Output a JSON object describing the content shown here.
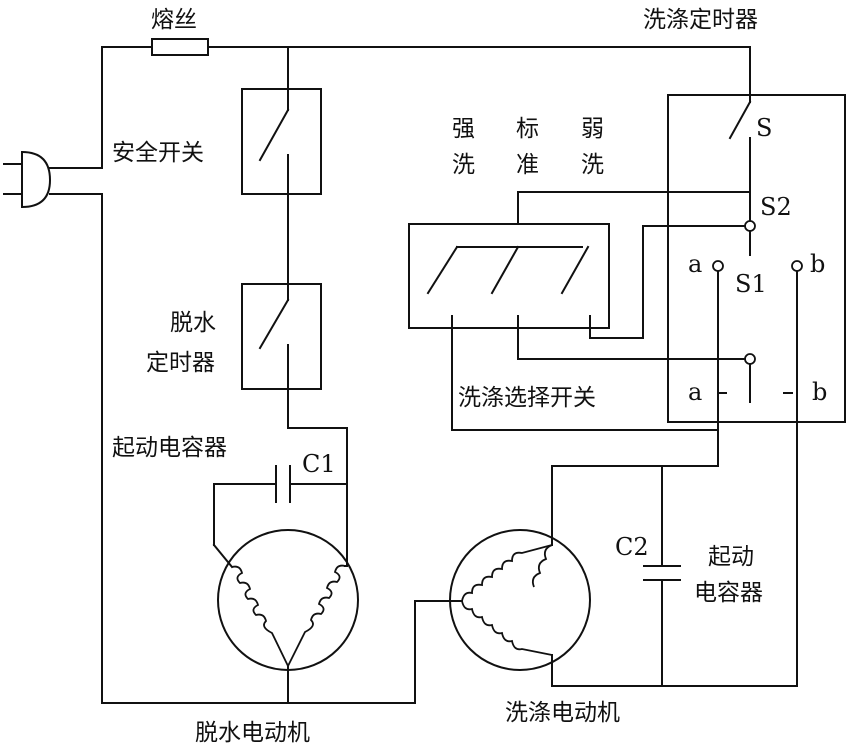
{
  "labels": {
    "fuse": "熔丝",
    "wash_timer": "洗涤定时器",
    "safety_switch": "安全开关",
    "spin_timer_line1": "脱水",
    "spin_timer_line2": "定时器",
    "mode_strong_a": "强",
    "mode_standard_a": "标",
    "mode_weak_a": "弱",
    "mode_strong_b": "洗",
    "mode_standard_b": "准",
    "mode_weak_b": "洗",
    "wash_select_switch": "洗涤选择开关",
    "start_cap_1": "起动电容器",
    "c1": "C1",
    "c2": "C2",
    "start_cap_2_line1": "起动",
    "start_cap_2_line2": "电容器",
    "spin_motor": "脱水电动机",
    "wash_motor": "洗涤电动机",
    "s": "S",
    "s2": "S2",
    "s1": "S1",
    "a_top": "a",
    "b_top": "b",
    "a_bot": "a",
    "b_bot": "b"
  }
}
